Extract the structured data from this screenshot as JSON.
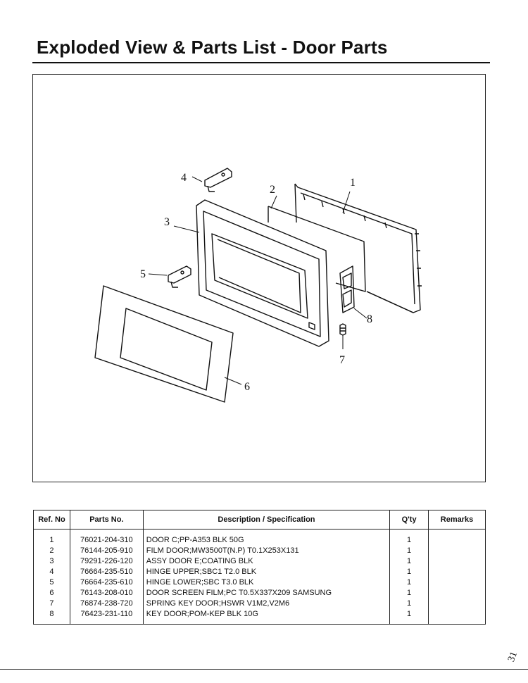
{
  "title": "Exploded View & Parts List - Door Parts",
  "callouts": [
    "1",
    "2",
    "3",
    "4",
    "5",
    "6",
    "7",
    "8"
  ],
  "table": {
    "headers": {
      "ref": "Ref. No",
      "parts": "Parts No.",
      "desc": "Description / Specification",
      "qty": "Q'ty",
      "remarks": "Remarks"
    },
    "rows": [
      {
        "ref": "1",
        "parts": "76021-204-310",
        "desc": "DOOR C;PP-A353 BLK 50G",
        "qty": "1",
        "remarks": ""
      },
      {
        "ref": "2",
        "parts": "76144-205-910",
        "desc": "FILM DOOR;MW3500T(N.P) T0.1X253X131",
        "qty": "1",
        "remarks": ""
      },
      {
        "ref": "3",
        "parts": "79291-226-120",
        "desc": "ASSY DOOR E;COATING BLK",
        "qty": "1",
        "remarks": ""
      },
      {
        "ref": "4",
        "parts": "76664-235-510",
        "desc": "HINGE UPPER;SBC1 T2.0 BLK",
        "qty": "1",
        "remarks": ""
      },
      {
        "ref": "5",
        "parts": "76664-235-610",
        "desc": "HINGE LOWER;SBC T3.0 BLK",
        "qty": "1",
        "remarks": ""
      },
      {
        "ref": "6",
        "parts": "76143-208-010",
        "desc": "DOOR SCREEN FILM;PC T0.5X337X209 SAMSUNG",
        "qty": "1",
        "remarks": ""
      },
      {
        "ref": "7",
        "parts": "76874-238-720",
        "desc": "SPRING KEY DOOR;HSWR V1M2,V2M6",
        "qty": "1",
        "remarks": ""
      },
      {
        "ref": "8",
        "parts": "76423-231-110",
        "desc": "KEY DOOR;POM-KEP BLK 10G",
        "qty": "1",
        "remarks": ""
      }
    ]
  },
  "page_mark": "31"
}
